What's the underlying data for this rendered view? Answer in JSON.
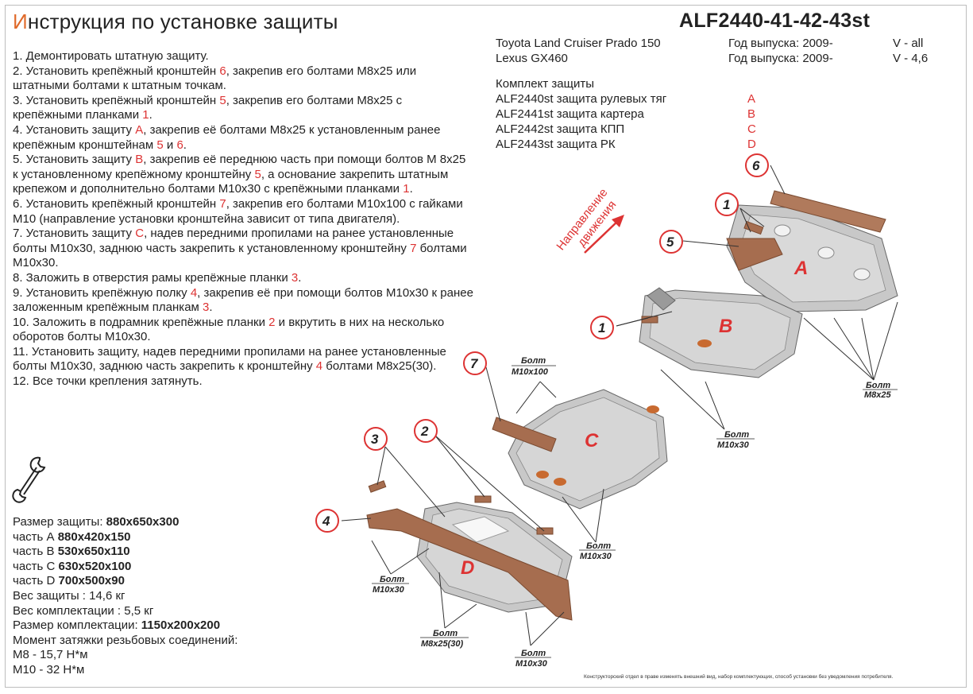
{
  "header": {
    "title_first_letter": "И",
    "title_rest": "нструкция по установке защиты",
    "code": "ALF2440-41-42-43st"
  },
  "vehicles": [
    {
      "model": "Toyota Land Cruiser Prado 150",
      "year": "Год выпуска: 2009-",
      "engine": "V - all"
    },
    {
      "model": "Lexus GX460",
      "year": "Год выпуска: 2009-",
      "engine": "V - 4,6"
    }
  ],
  "kit": {
    "heading": "Комплект защиты",
    "items": [
      {
        "name": "ALF2440st защита рулевых тяг",
        "letter": "A"
      },
      {
        "name": "ALF2441st защита картера",
        "letter": "B"
      },
      {
        "name": "ALF2442st защита КПП",
        "letter": "C"
      },
      {
        "name": "ALF2443st защита РК",
        "letter": "D"
      }
    ]
  },
  "steps": [
    {
      "parts": [
        "1. Демонтировать штатную защиту."
      ]
    },
    {
      "parts": [
        "2. Установить крепёжный кронштейн ",
        "6",
        ", закрепив его болтами М8х25 или штатными болтами к штатным точкам."
      ]
    },
    {
      "parts": [
        "3. Установить крепёжный кронштейн ",
        "5",
        ", закрепив его болтами М8х25 с крепёжными планками ",
        "1",
        "."
      ]
    },
    {
      "parts": [
        "4. Установить защиту ",
        "А",
        ", закрепив её болтами М8х25 к установленным ранее крепёжным кронштейнам ",
        "5",
        " и ",
        "6",
        "."
      ]
    },
    {
      "parts": [
        "5. Установить защиту ",
        "В",
        ", закрепив её переднюю часть при помощи болтов М 8х25 к установленному крепёжному кронштейну ",
        "5",
        ", а основание закрепить штатным крепежом и дополнительно болтами М10х30 с крепёжными планками ",
        "1",
        "."
      ]
    },
    {
      "parts": [
        "6. Установить крепёжный кронштейн ",
        "7",
        ", закрепив его болтами М10х100 с гайками М10 (направление установки кронштейна зависит от типа двигателя)."
      ]
    },
    {
      "parts": [
        "7. Установить защиту ",
        "С",
        ", надев передними пропилами на ранее установленные болты М10х30, заднюю часть закрепить к установленному кронштейну ",
        "7",
        " болтами М10х30."
      ]
    },
    {
      "parts": [
        "8. Заложить в отверстия рамы крепёжные планки ",
        "3",
        "."
      ]
    },
    {
      "parts": [
        "9. Установить крепёжную полку ",
        "4",
        ", закрепив её при помощи болтов М10х30 к ранее заложенным крепёжным планкам ",
        "3",
        "."
      ]
    },
    {
      "parts": [
        "10. Заложить в подрамник крепёжные планки ",
        "2",
        " и вкрутить в них на несколько оборотов болты М10х30."
      ]
    },
    {
      "parts": [
        "11. Установить защиту, надев передними пропилами на ранее установленные болты М10х30, заднюю часть закрепить к кронштейну ",
        "4",
        " болтами М8х25(30)."
      ]
    },
    {
      "parts": [
        "12. Все точки крепления затянуть."
      ]
    }
  ],
  "specs": [
    {
      "label": "Размер защиты: ",
      "value": "880х650х300"
    },
    {
      "label": "часть А ",
      "value": "880х420х150"
    },
    {
      "label": "часть В ",
      "value": "530х650х110"
    },
    {
      "label": "часть С ",
      "value": "630х520х100"
    },
    {
      "label": "часть D ",
      "value": "700х500х90"
    },
    {
      "label": "Вес защиты : 14,6 кг",
      "value": ""
    },
    {
      "label": "Вес комплектации : 5,5 кг",
      "value": ""
    },
    {
      "label": "Размер комплектации: ",
      "value": "1150х200х200"
    },
    {
      "label": "Момент затяжки резьбовых соединений:",
      "value": ""
    },
    {
      "label": "М8 - 15,7 Н*м",
      "value": ""
    },
    {
      "label": "М10 - 32 Н*м",
      "value": ""
    }
  ],
  "diagram": {
    "direction_label_1": "Направление",
    "direction_label_2": "движения",
    "callouts": [
      "6",
      "1",
      "5",
      "1",
      "7",
      "2",
      "3",
      "4"
    ],
    "part_letters": [
      "A",
      "B",
      "C",
      "D"
    ],
    "bolt_word": "Болт",
    "bolt_labels": [
      "M10x100",
      "M8x25",
      "M10x30",
      "M10x30",
      "M10x30",
      "M8x25(30)",
      "M10x30"
    ]
  },
  "disclaimer": "Конструкторский отдел в праве изменять внешний вид, набор комплектующих, способ установки без уведомления потребителя.",
  "colors": {
    "accent": "#d33333",
    "title_accent": "#e06a2a",
    "steel": "#bdbdbd",
    "bracket": "#a0674a"
  },
  "icons": [
    "wrench-icon",
    "direction-arrow-icon"
  ]
}
